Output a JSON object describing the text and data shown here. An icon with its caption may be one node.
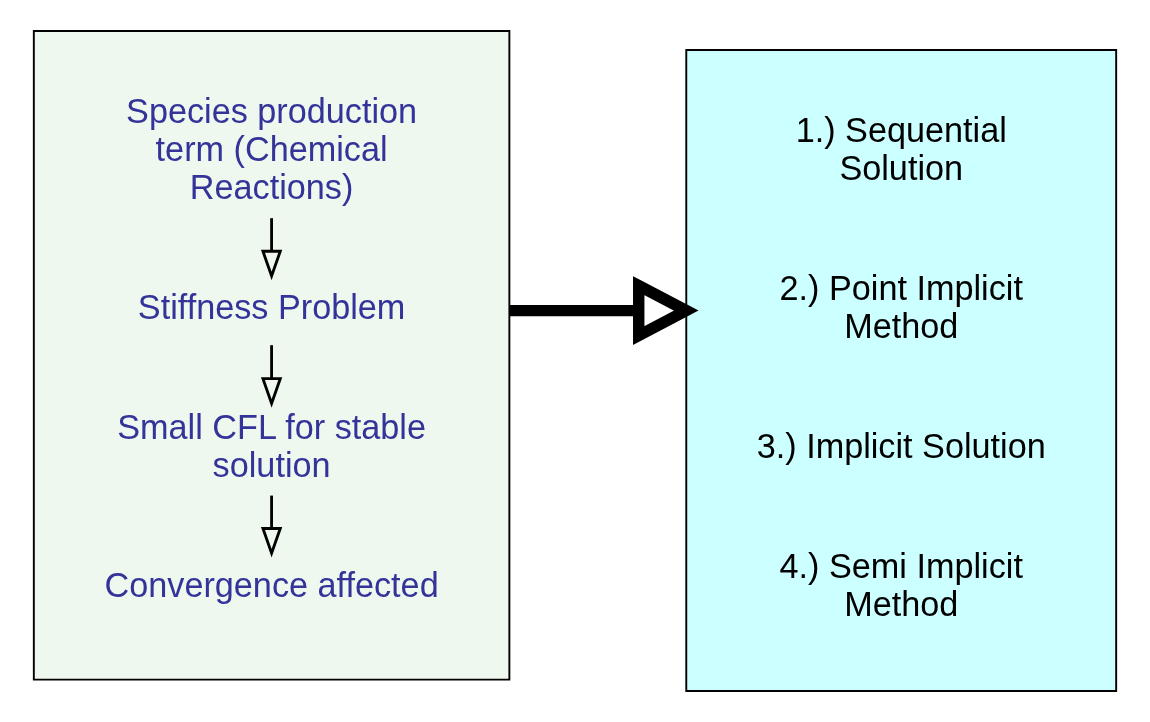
{
  "diagram": {
    "nodes": [
      {
        "text": [],
        "shape": "box"
      },
      {
        "text": [
          "Species production term (Chemical Reactions)"
        ],
        "in": 0
      },
      {
        "text": [
          "Stiffness Problem"
        ],
        "in": 0
      },
      {
        "text": [
          "Small CFL for stable solution"
        ],
        "in": 0
      },
      {
        "text": [
          "Convergence affected"
        ],
        "in": 0
      },
      {
        "text": [],
        "shape": "box"
      },
      {
        "text": [
          "1.) Sequential Solution"
        ],
        "in": 5
      },
      {
        "text": [
          "2.) Point Implicit Method"
        ],
        "in": 5
      },
      {
        "text": [
          "3.) Implicit Solution"
        ],
        "in": 5
      },
      {
        "text": [
          "4.) Semi Implicit Method"
        ],
        "in": 5
      }
    ],
    "edges": [
      {
        "from": 1,
        "to": 2,
        "arrow": "to"
      },
      {
        "from": 2,
        "to": 3,
        "arrow": "to"
      },
      {
        "from": 3,
        "to": 4,
        "arrow": "to"
      },
      {
        "from": 0,
        "to": 5,
        "arrow": "to",
        "style": "thick"
      }
    ]
  }
}
